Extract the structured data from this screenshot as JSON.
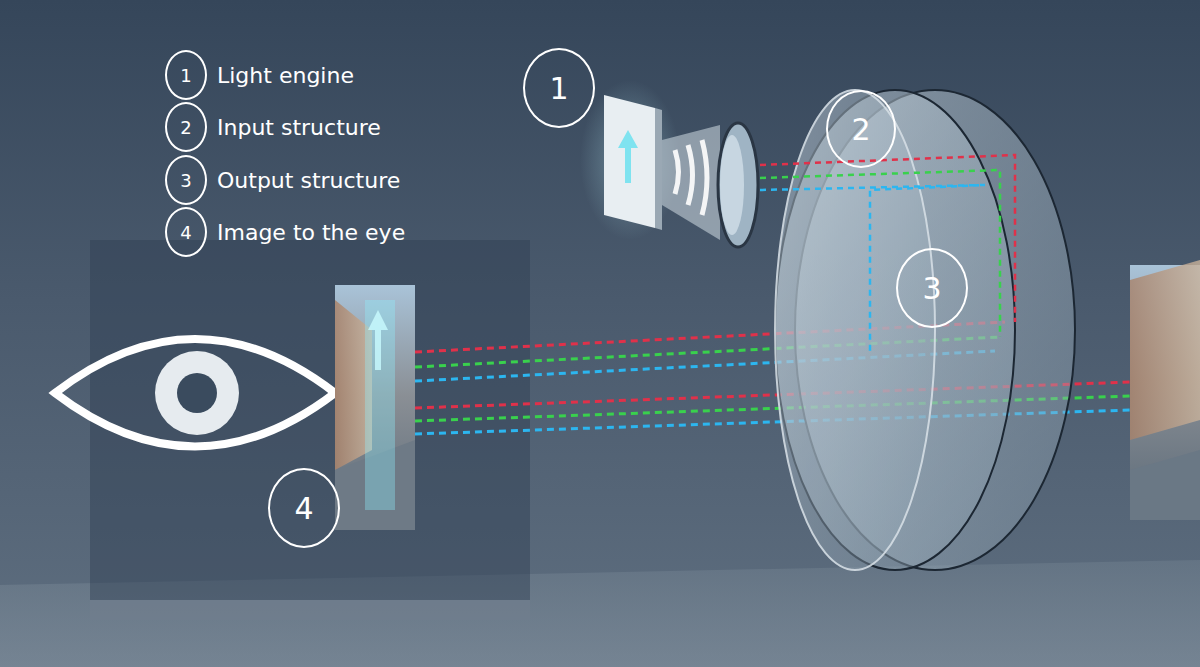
{
  "diagram": {
    "nodes": [
      {
        "text": [
          "1",
          "Light engine"
        ]
      },
      {
        "text": [
          "2",
          "Input structure"
        ]
      },
      {
        "text": [
          "3",
          "Output structure"
        ]
      },
      {
        "text": [
          "4",
          "Image to the eye"
        ]
      },
      {
        "text": [
          "1"
        ]
      },
      {
        "text": [
          "2"
        ]
      },
      {
        "text": [
          "3"
        ]
      },
      {
        "text": [
          "4"
        ]
      }
    ]
  }
}
